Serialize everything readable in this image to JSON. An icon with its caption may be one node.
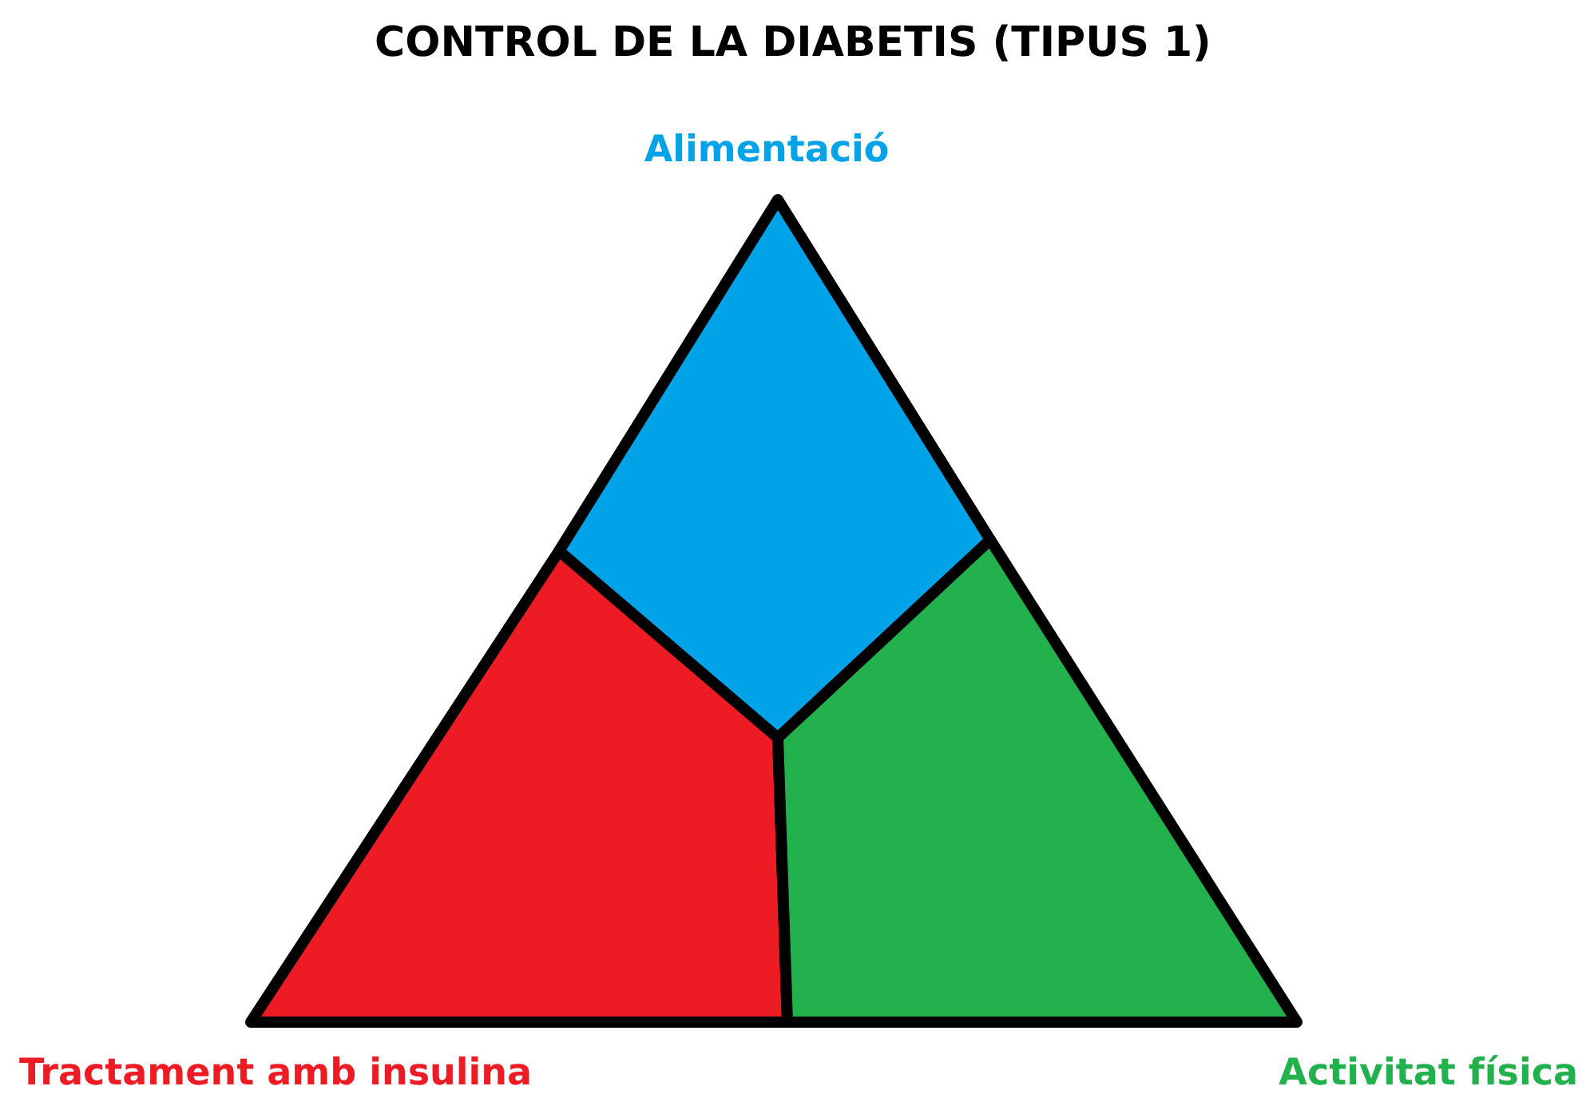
{
  "diagram": {
    "title": "CONTROL DE LA DIABETIS (TIPUS 1)",
    "nodes": [
      {
        "text": [
          "Alimentació"
        ]
      },
      {
        "text": [
          "Tractament amb insulina"
        ]
      },
      {
        "text": [
          "Activitat física"
        ]
      }
    ]
  }
}
